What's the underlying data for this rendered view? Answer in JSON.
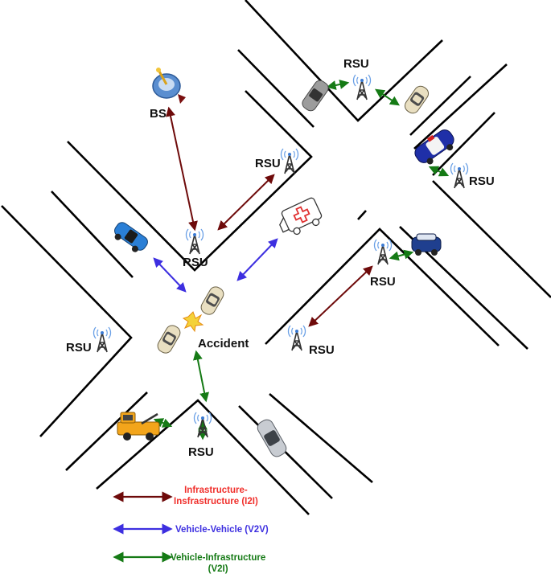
{
  "labels": {
    "bs": "BS",
    "rsu": "RSU",
    "accident": "Accident"
  },
  "legend": [
    {
      "line1": "Infrastructure-",
      "line2": "Insfrastructure (I2I)",
      "color": "#f0302c",
      "arrow_color": "#6e0a0a"
    },
    {
      "line1": "Vehicle-Vehicle (V2V)",
      "line2": "",
      "color": "#3d2fe0",
      "arrow_color": "#3d2fe0"
    },
    {
      "line1": "Vehicle-Infrastructure",
      "line2": "(V2I)",
      "color": "#157a15",
      "arrow_color": "#157a15"
    }
  ],
  "colors": {
    "road": "#000000",
    "i2i": "#6e0a0a",
    "v2v": "#3d2fe0",
    "v2i": "#157a15"
  },
  "icons": [
    "base-station-icon",
    "rsu-tower-icon",
    "car-icon",
    "police-car-icon",
    "ambulance-icon",
    "tow-truck-icon",
    "mini-car-icon",
    "crash-icon"
  ]
}
